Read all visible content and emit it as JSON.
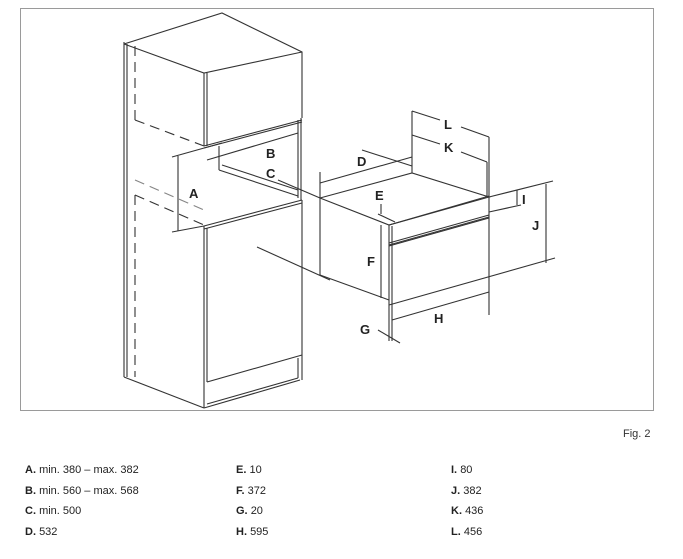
{
  "figure": {
    "caption": "Fig. 2",
    "labels": [
      "A",
      "B",
      "C",
      "D",
      "E",
      "F",
      "G",
      "H",
      "I",
      "J",
      "K",
      "L"
    ]
  },
  "legend": {
    "column1": [
      {
        "key": "A.",
        "value": "min. 380 – max. 382"
      },
      {
        "key": "B.",
        "value": "min. 560 – max. 568"
      },
      {
        "key": "C.",
        "value": "min. 500"
      },
      {
        "key": "D.",
        "value": "532"
      }
    ],
    "column2": [
      {
        "key": "E.",
        "value": "10"
      },
      {
        "key": "F.",
        "value": "372"
      },
      {
        "key": "G.",
        "value": "20"
      },
      {
        "key": "H.",
        "value": "595"
      }
    ],
    "column3": [
      {
        "key": "I.",
        "value": "80"
      },
      {
        "key": "J.",
        "value": "382"
      },
      {
        "key": "K.",
        "value": "436"
      },
      {
        "key": "L.",
        "value": "456"
      }
    ]
  }
}
